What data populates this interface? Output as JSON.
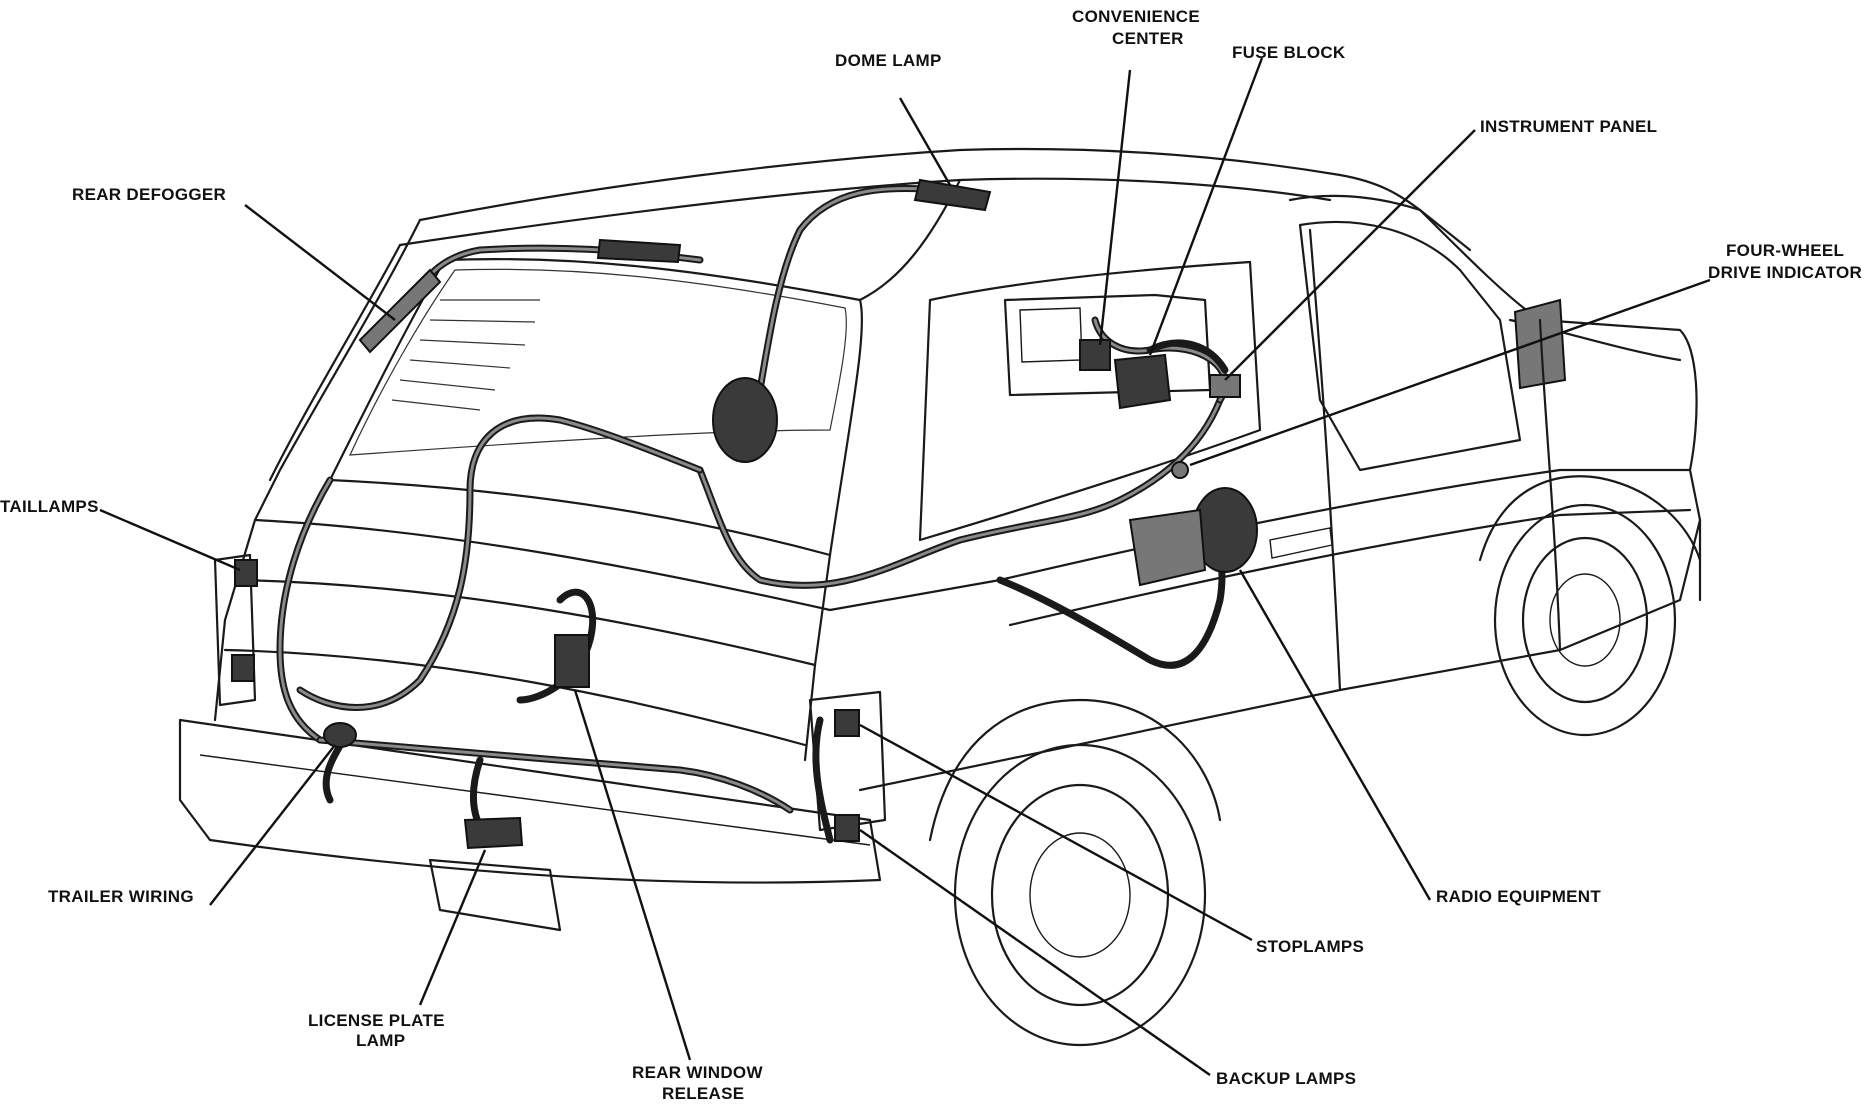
{
  "labels": {
    "dome_lamp": "DOME LAMP",
    "convenience_center_1": "CONVENIENCE",
    "convenience_center_2": "CENTER",
    "fuse_block": "FUSE BLOCK",
    "instrument_panel": "INSTRUMENT PANEL",
    "four_wheel_1": "FOUR-WHEEL",
    "four_wheel_2": "DRIVE INDICATOR",
    "rear_defogger": "REAR DEFOGGER",
    "taillamps": "TAILLAMPS",
    "trailer_wiring": "TRAILER WIRING",
    "license_plate_1": "LICENSE PLATE",
    "license_plate_2": "LAMP",
    "rear_window_1": "REAR WINDOW",
    "rear_window_2": "RELEASE",
    "radio_equipment": "RADIO EQUIPMENT",
    "stoplamps": "STOPLAMPS",
    "backup_lamps": "BACKUP LAMPS"
  }
}
